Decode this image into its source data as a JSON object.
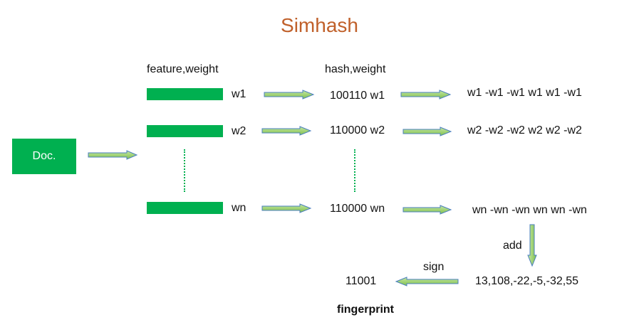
{
  "title": "Simhash",
  "doc_label": "Doc.",
  "headers": {
    "feature": "feature,weight",
    "hash": "hash,weight"
  },
  "features": [
    {
      "weight": "w1",
      "hash": "100110 w1",
      "vector": "w1 -w1 -w1 w1 w1 -w1"
    },
    {
      "weight": "w2",
      "hash": "110000 w2",
      "vector": "w2 -w2 -w2 w2 w2 -w2"
    },
    {
      "weight": "wn",
      "hash": "110000 wn",
      "vector": "wn -wn -wn wn wn -wn"
    }
  ],
  "add_label": "add",
  "sum_values": "13,108,-22,-5,-32,55",
  "sign_label": "sign",
  "fingerprint_value": "11001",
  "fingerprint_label": "fingerprint",
  "colors": {
    "accent": "#00b050",
    "title": "#c0602a"
  }
}
